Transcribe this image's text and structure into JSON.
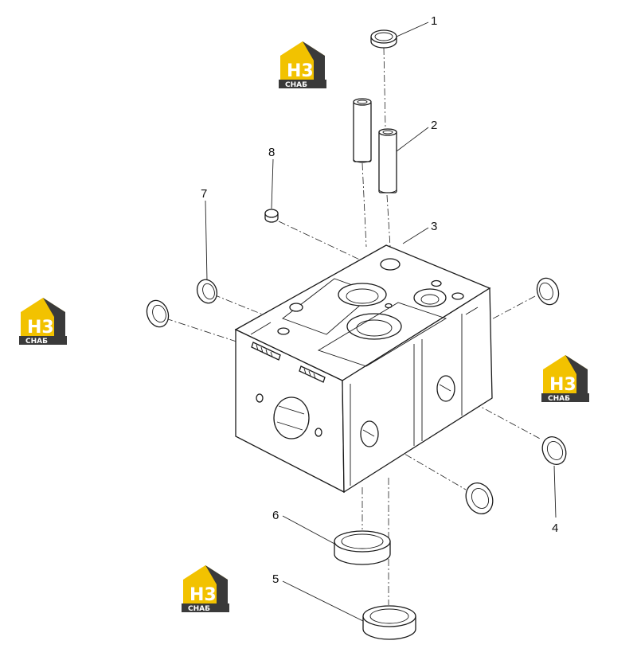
{
  "watermark": {
    "main": "H3",
    "sub": "СНАБ",
    "accent": "#f2c200",
    "dark": "#3a3a3a"
  },
  "callouts": [
    "1",
    "2",
    "3",
    "4",
    "5",
    "6",
    "7",
    "8"
  ]
}
